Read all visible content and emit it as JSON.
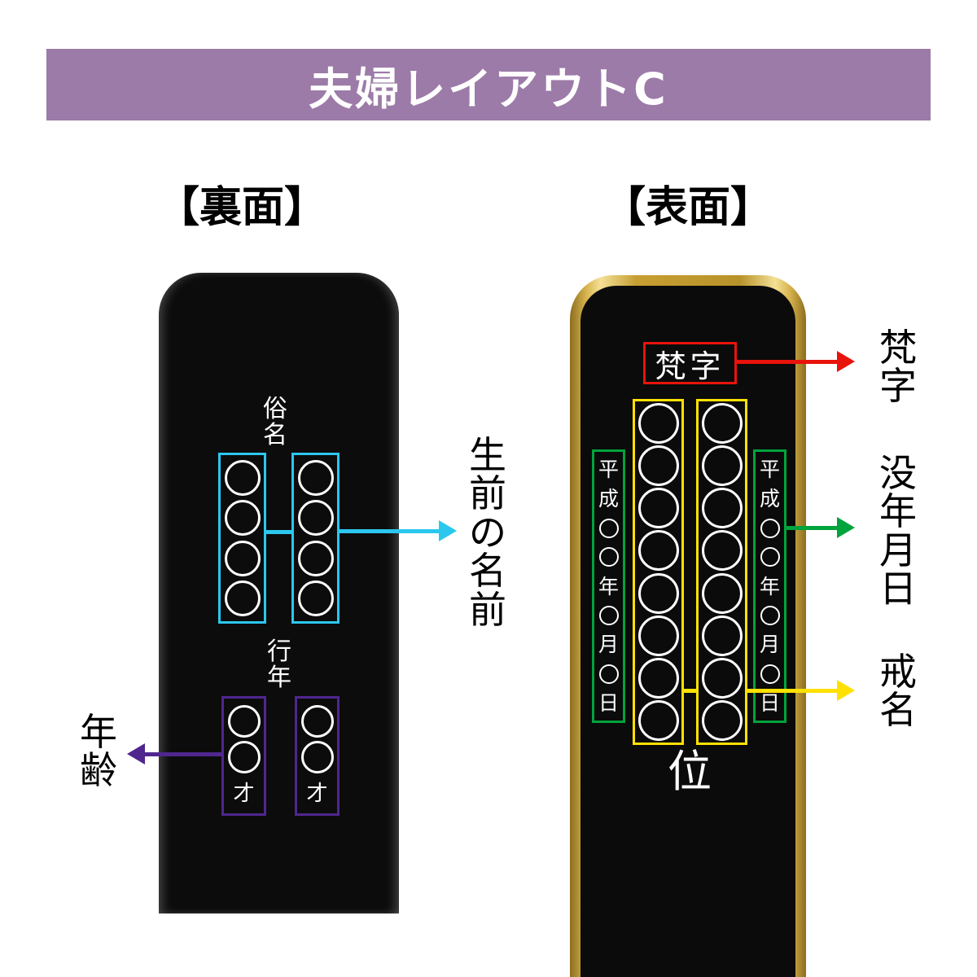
{
  "header": {
    "title": "夫婦レイアウトC"
  },
  "back": {
    "section_title": "【裏面】",
    "zokumyo_label": "俗名",
    "gyonen_label": "行年",
    "age_suffix": "才",
    "name_circles_per_column": 4,
    "age_circles_per_column": 2,
    "name_note": "生前の名前",
    "age_note": "年齢"
  },
  "front": {
    "section_title": "【表面】",
    "bonji_box_text": "梵字",
    "date_column_text": "平成○○年○月○日",
    "rank_label": "位",
    "kaimyo_circles_per_column": 8,
    "bonji_note": "梵字",
    "death_date_note": "没年月日",
    "kaimyo_note": "戒名"
  },
  "colors": {
    "header_bg": "#9c7ba8",
    "secular_name": "#2bc7ee",
    "age": "#50268f",
    "bonji": "#e8130b",
    "kaimyo": "#ffe100",
    "death_date": "#00a33c"
  }
}
